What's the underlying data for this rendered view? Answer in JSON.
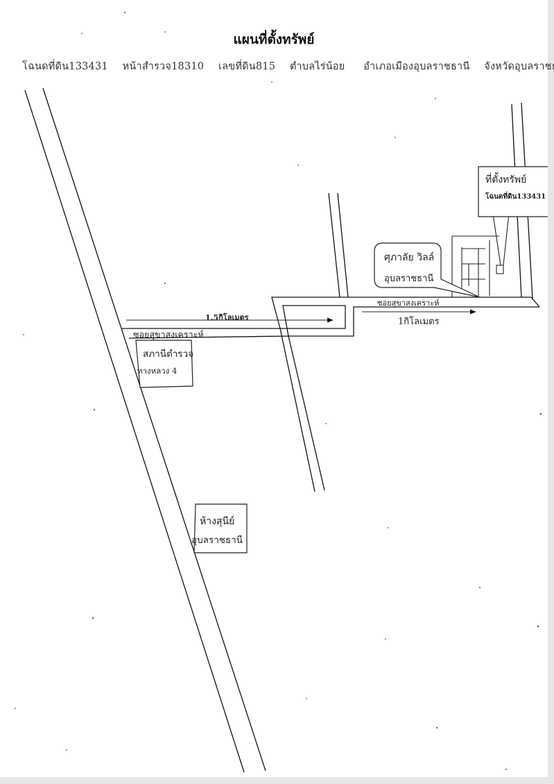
{
  "title": "แผนที่ตั้งทรัพย์",
  "deed_info": {
    "deed_no": "โฉนดที่ดิน133431",
    "survey_page": "หน้าสำรวจ18310",
    "land_no": "เลขที่ดิน815",
    "subdistrict": "ตำบลไร่น้อย",
    "district": "อำเภอเมืองอุบลราชธานี",
    "province": "จังหวัดอุบลราชธานี"
  },
  "map": {
    "property_box": {
      "line1": "ที่ตั้งทรัพย์",
      "line2": "โฉนดที่ดิน133431"
    },
    "village_bubble": {
      "line1": "ศุภาลัย วิลล์",
      "line2": "อุบลราชธานี"
    },
    "police_box": {
      "line1": "สภานีตำรวจ",
      "line2": "ทางหลวง 4"
    },
    "mall_box": {
      "line1": "ห้างสุนีย์",
      "line2": "อุบลราชธานี"
    },
    "distance_1": "1.5กิโลเมตร",
    "distance_2": "1กิโลเมตร",
    "road_label_west": "ซอยสุขาสงเคราะห์",
    "road_label_east": "ซอยสุขาสงเคราะห์"
  },
  "colors": {
    "ink": "#111111",
    "page": "#ffffff",
    "border": "#e6e6e6"
  }
}
